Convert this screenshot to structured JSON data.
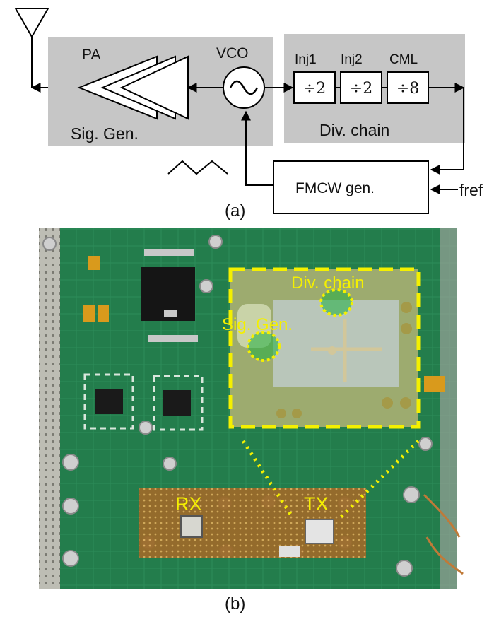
{
  "part_a": {
    "caption": "(a)",
    "blocks": {
      "sig_gen": "Sig. Gen.",
      "div_chain": "Div. chain",
      "fmcw_gen": "FMCW gen."
    },
    "labels": {
      "pa": "PA",
      "vco": "VCO",
      "inj1": "Inj1",
      "inj2": "Inj2",
      "cml": "CML",
      "fref": "fref"
    },
    "dividers": [
      "÷2",
      "÷2",
      "÷8"
    ]
  },
  "part_b": {
    "caption": "(b)",
    "labels": {
      "div_chain": "Div. chain",
      "sig_gen": "Sig. Gen.",
      "rx": "RX",
      "tx": "TX"
    },
    "colors": {
      "highlight": "#f4f000",
      "pcb": "#1f7a4a",
      "die": "#a9b97a"
    }
  }
}
